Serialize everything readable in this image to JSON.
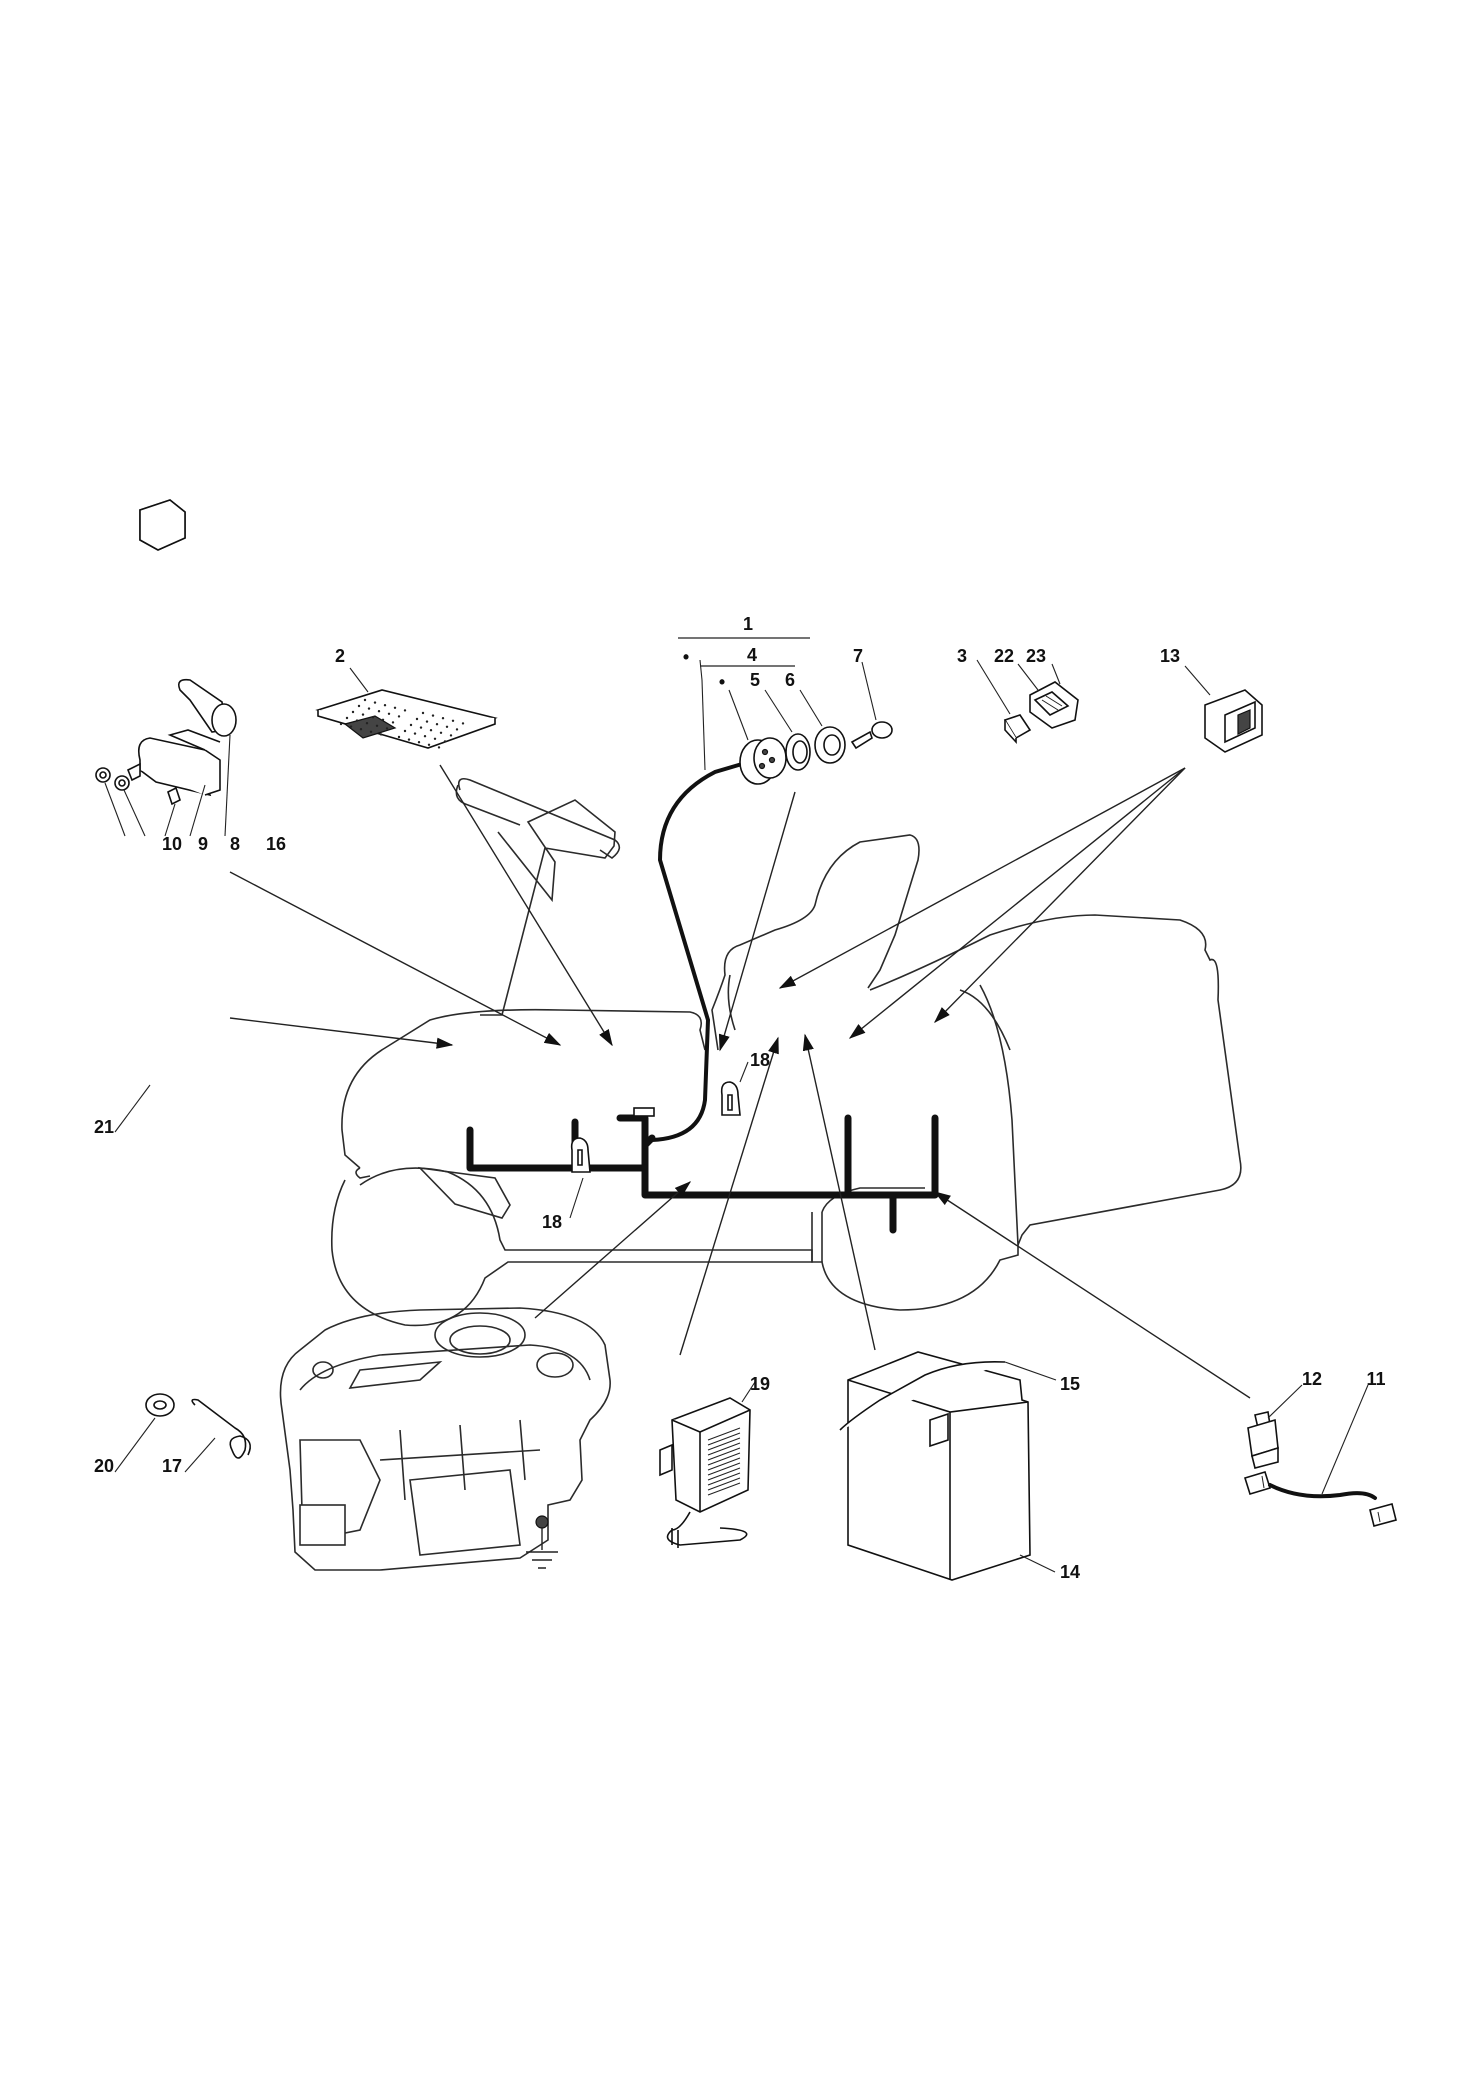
{
  "callouts": [
    {
      "id": "c1",
      "text": "1"
    },
    {
      "id": "c2",
      "text": "2"
    },
    {
      "id": "c3",
      "text": "3"
    },
    {
      "id": "c4",
      "text": "4"
    },
    {
      "id": "c5",
      "text": "5"
    },
    {
      "id": "c6",
      "text": "6"
    },
    {
      "id": "c7",
      "text": "7"
    },
    {
      "id": "c8",
      "text": "8"
    },
    {
      "id": "c9",
      "text": "9"
    },
    {
      "id": "c10",
      "text": "10"
    },
    {
      "id": "c11",
      "text": "11"
    },
    {
      "id": "c12",
      "text": "12"
    },
    {
      "id": "c13",
      "text": "13"
    },
    {
      "id": "c14",
      "text": "14"
    },
    {
      "id": "c15",
      "text": "15"
    },
    {
      "id": "c16",
      "text": "16"
    },
    {
      "id": "c17",
      "text": "17"
    },
    {
      "id": "c18a",
      "text": "18"
    },
    {
      "id": "c18b",
      "text": "18"
    },
    {
      "id": "c19",
      "text": "19"
    },
    {
      "id": "c20",
      "text": "20"
    },
    {
      "id": "c21",
      "text": "21"
    },
    {
      "id": "c22",
      "text": "22"
    },
    {
      "id": "c23",
      "text": "23"
    }
  ],
  "bullets": [
    {
      "id": "b1",
      "text": "•"
    },
    {
      "id": "b4",
      "text": "•"
    }
  ],
  "colors": {
    "ink": "#111111",
    "ghost_line": "#2b2b2b",
    "background": "#ffffff"
  }
}
